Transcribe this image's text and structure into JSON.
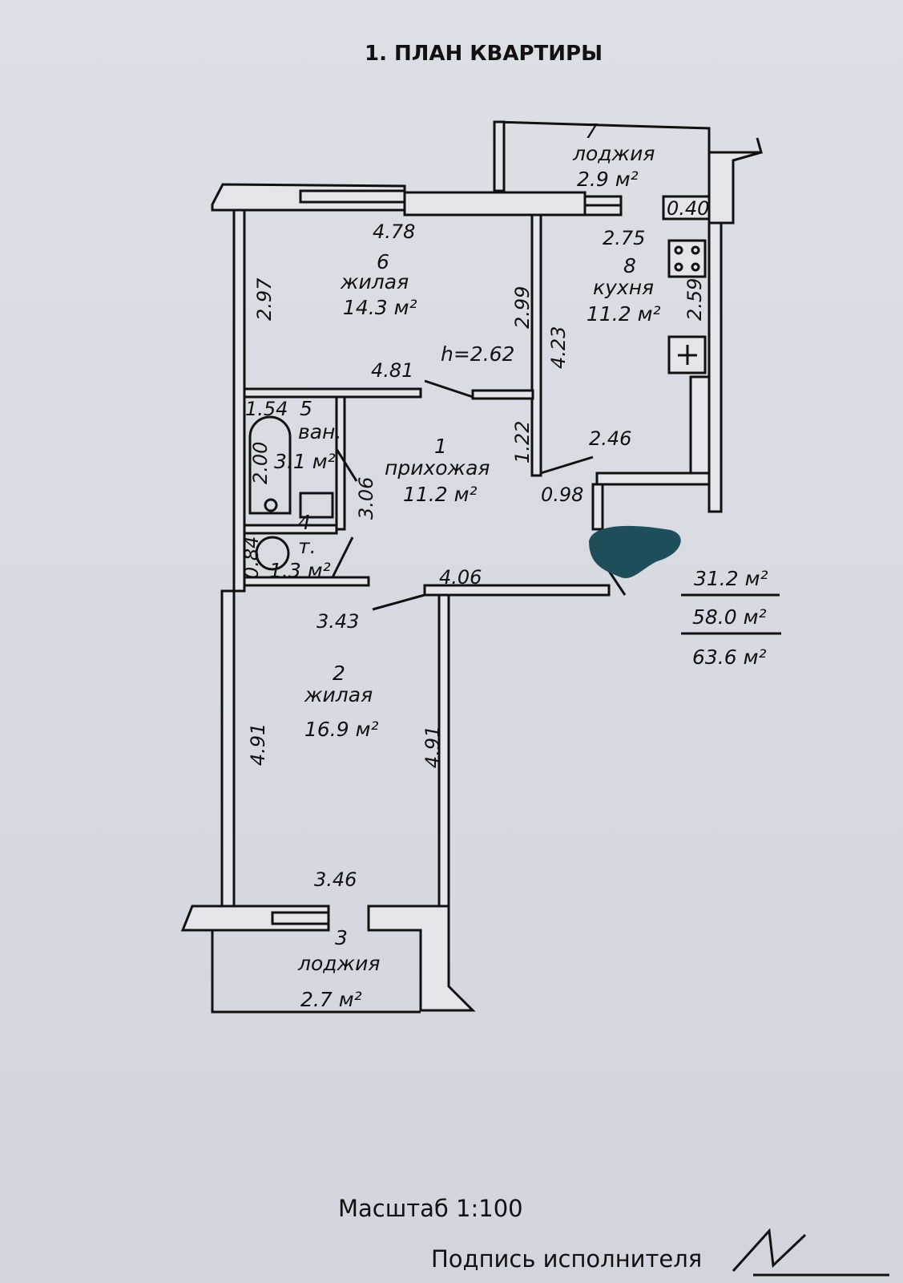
{
  "title": "1. ПЛАН КВАРТИРЫ",
  "rooms": [
    {
      "number": "1",
      "name": "прихожая",
      "area": "11.2 м²"
    },
    {
      "number": "2",
      "name": "жилая",
      "area": "16.9 м²"
    },
    {
      "number": "3",
      "name": "лоджия",
      "area": "2.7 м²"
    },
    {
      "number": "4",
      "name": "т.",
      "area": "1.3 м²"
    },
    {
      "number": "5",
      "name": "ван.",
      "area": "3.1 м²"
    },
    {
      "number": "6",
      "name": "жилая",
      "area": "14.3 м²"
    },
    {
      "number": "7",
      "name": "лоджия",
      "area": "2.9 м²"
    },
    {
      "number": "8",
      "name": "кухня",
      "area": "11.2 м²"
    }
  ],
  "ceiling_height": "h=2.62",
  "dimensions": {
    "d478": "4.78",
    "d297": "2.97",
    "d299": "2.99",
    "d423": "4.23",
    "d481": "4.81",
    "d275": "2.75",
    "d040": "0.40",
    "d259": "2.59",
    "d154": "1.54",
    "d200": "2.00",
    "d306": "3.06",
    "d122": "1.22",
    "d246": "2.46",
    "d098": "0.98",
    "d084": "0.84",
    "d406": "4.06",
    "d343": "3.43",
    "d491a": "4.91",
    "d491b": "4.91",
    "d346": "3.46"
  },
  "totals": {
    "living": "31.2 м²",
    "total": "58.0 м²",
    "with_loggias": "63.6 м²"
  },
  "footer": {
    "scale": "Масштаб  1:100",
    "signature_label": "Подпись исполнителя"
  },
  "colors": {
    "redaction": "#1f4e5b",
    "ink": "#111111"
  }
}
